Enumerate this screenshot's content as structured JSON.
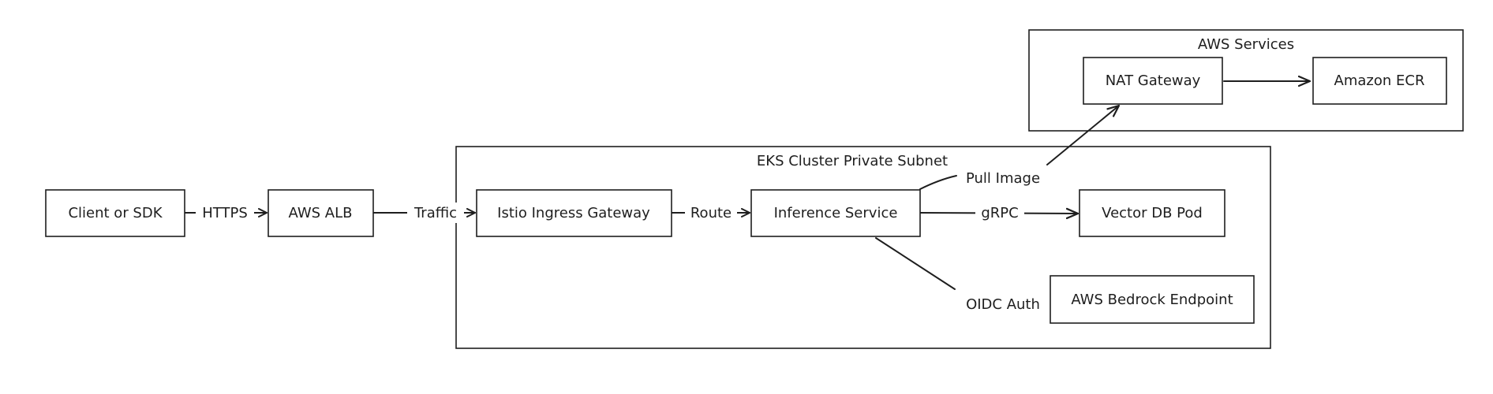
{
  "groups": {
    "aws_services": {
      "title": "AWS Services"
    },
    "eks_cluster": {
      "title": "EKS Cluster Private Subnet"
    }
  },
  "nodes": {
    "client": {
      "label": "Client or SDK"
    },
    "alb": {
      "label": "AWS ALB"
    },
    "istio": {
      "label": "Istio Ingress Gateway"
    },
    "inference": {
      "label": "Inference Service"
    },
    "vectordb": {
      "label": "Vector DB Pod"
    },
    "bedrock": {
      "label": "AWS Bedrock Endpoint"
    },
    "nat": {
      "label": "NAT Gateway"
    },
    "ecr": {
      "label": "Amazon ECR"
    }
  },
  "edges": {
    "https": {
      "label": "HTTPS"
    },
    "traffic": {
      "label": "Traffic"
    },
    "route": {
      "label": "Route"
    },
    "grpc": {
      "label": "gRPC"
    },
    "oidc": {
      "label": "OIDC Auth"
    },
    "pull": {
      "label": "Pull Image"
    }
  },
  "colors": {
    "stroke": "#1e1e1e",
    "background": "#ffffff"
  }
}
